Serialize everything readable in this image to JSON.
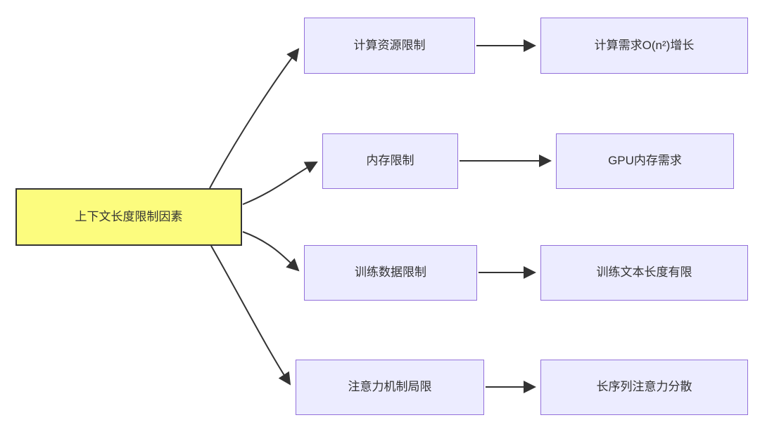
{
  "diagram": {
    "root": {
      "label": "上下文长度限制因素"
    },
    "branches": [
      {
        "cause": "计算资源限制",
        "effect": "计算需求O(n²)增长"
      },
      {
        "cause": "内存限制",
        "effect": "GPU内存需求"
      },
      {
        "cause": "训练数据限制",
        "effect": "训练文本长度有限"
      },
      {
        "cause": "注意力机制局限",
        "effect": "长序列注意力分散"
      }
    ],
    "colors": {
      "root_fill": "#FCFC7E",
      "root_border": "#333333",
      "node_fill": "#ECECFF",
      "node_border": "#9370DB",
      "edge": "#333333",
      "text": "#333333",
      "background": "#FFFFFF"
    }
  }
}
